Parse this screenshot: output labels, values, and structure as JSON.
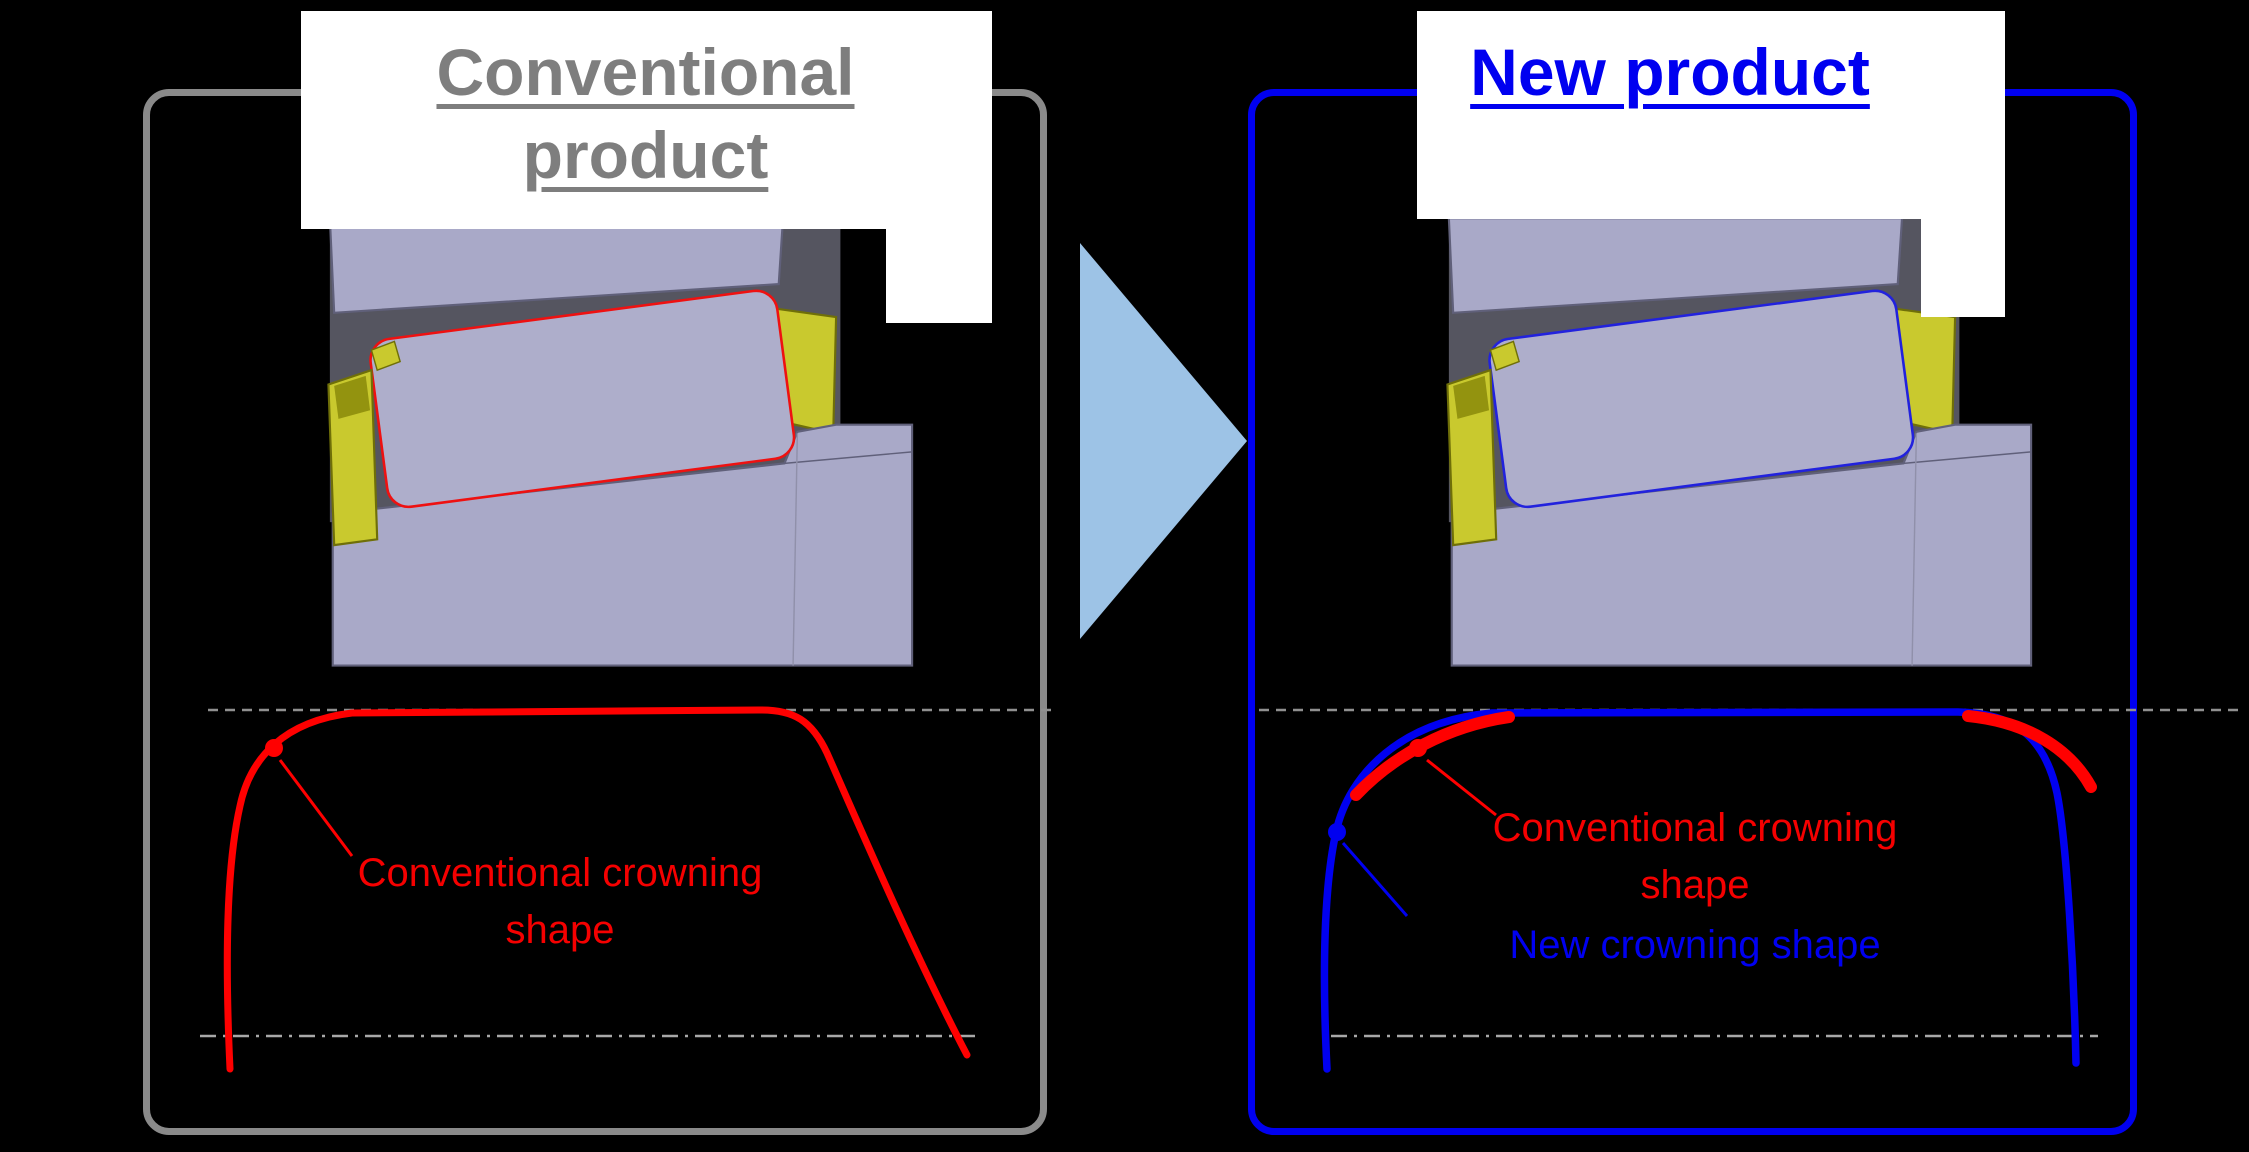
{
  "panels": {
    "conventional": {
      "title": "Conventional product",
      "curve_label": "Conventional crowning shape"
    },
    "new": {
      "title": "New product",
      "conventional_curve_label": "Conventional crowning shape",
      "new_curve_label": "New crowning shape"
    }
  },
  "colors": {
    "conventional_red": "#FF0000",
    "new_blue": "#0000F0",
    "panel_border_gray": "#8A8A8A",
    "panel_border_blue": "#0000F0",
    "title_gray": "#7E7E7E",
    "arrow_fill": "#9DC3E6",
    "bearing_body": "#A9A9C8",
    "bearing_cavity": "#555560",
    "cage_yellow": "#C9C92E",
    "reference_line_gray": "#9A9A9A",
    "background": "#000000"
  },
  "icons": {
    "transition_arrow": "right-arrow"
  }
}
